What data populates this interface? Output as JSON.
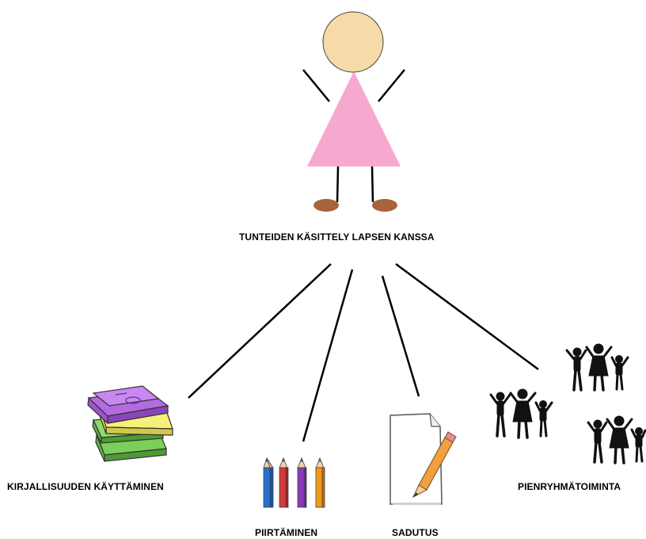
{
  "diagram": {
    "center_label": "TUNTEIDEN KÄSITTELY LAPSEN KANSSA",
    "branches": [
      {
        "label": "KIRJALLISUUDEN KÄYTTÄMINEN",
        "icon": "books-stack-icon"
      },
      {
        "label": "PIIRTÄMINEN",
        "icon": "colored-pencils-icon"
      },
      {
        "label": "SADUTUS",
        "icon": "paper-and-pencil-icon"
      },
      {
        "label": "PIENRYHMÄTOIMINTA",
        "icon": "children-group-icon"
      }
    ],
    "colors": {
      "figure_dress": "#f7a8cf",
      "figure_head": "#f6dba8",
      "figure_shoes": "#a8633a",
      "lines": "#000000"
    }
  }
}
